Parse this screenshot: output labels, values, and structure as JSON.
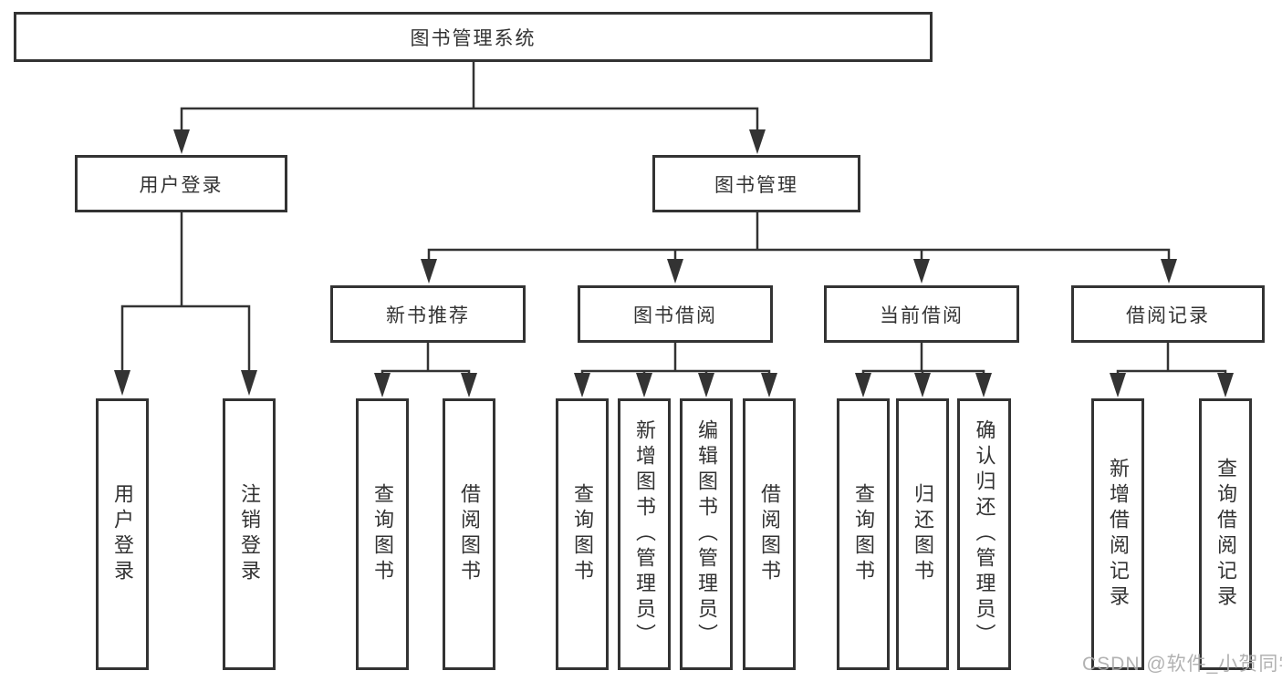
{
  "diagram": {
    "colors": {
      "line": "#333333",
      "text": "#333333",
      "node_background": "#ffffff",
      "watermark": "#aaaaaa"
    },
    "tree": {
      "root": {
        "label": "图书管理系统"
      },
      "branches": [
        {
          "label": "用户登录",
          "children": [
            {
              "label": "用户登录"
            },
            {
              "label": "注销登录"
            }
          ]
        },
        {
          "label": "图书管理",
          "children": [
            {
              "label": "新书推荐",
              "children": [
                {
                  "label": "查询图书"
                },
                {
                  "label": "借阅图书"
                }
              ]
            },
            {
              "label": "图书借阅",
              "children": [
                {
                  "label": "查询图书"
                },
                {
                  "label": "新增图书（管理员）"
                },
                {
                  "label": "编辑图书（管理员）"
                },
                {
                  "label": "借阅图书"
                }
              ]
            },
            {
              "label": "当前借阅",
              "children": [
                {
                  "label": "查询图书"
                },
                {
                  "label": "归还图书"
                },
                {
                  "label": "确认归还（管理员）"
                }
              ]
            },
            {
              "label": "借阅记录",
              "children": [
                {
                  "label": "新增借阅记录"
                },
                {
                  "label": "查询借阅记录"
                }
              ]
            }
          ]
        }
      ]
    },
    "watermark": {
      "text": "CSDN @软件_小贺同学"
    }
  }
}
